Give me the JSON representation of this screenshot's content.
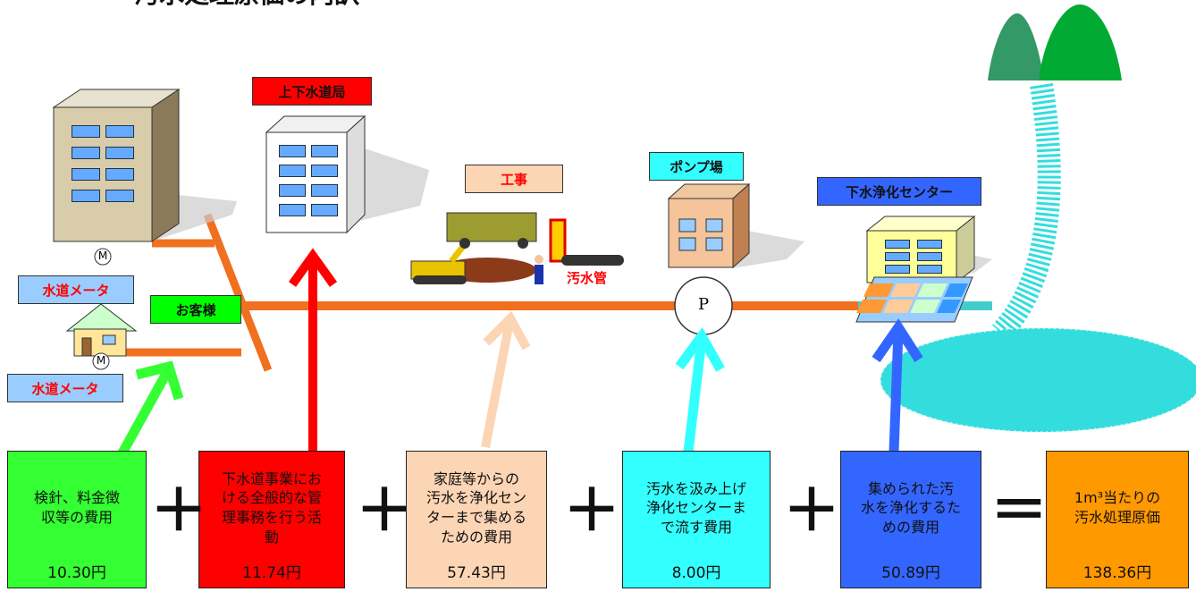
{
  "diagram": {
    "top_title": "汚水処理原価の内訳",
    "labels": {
      "bureau": "上下水道局",
      "construction": "工事",
      "pump": "ポンプ場",
      "center": "下水浄化センター",
      "customer": "お客様",
      "meter_1": "水道メータ",
      "meter_2": "水道メータ",
      "sewer_pipe": "汚水管",
      "meter_symbol": "M",
      "pump_symbol": "P"
    },
    "costs": [
      {
        "desc": "検針、料金徴\n収等の費用",
        "value": "10.30円",
        "color": "#33ff33"
      },
      {
        "desc": "下水道事業にお\nける全般的な管\n理事務を行う活\n動",
        "value": "11.74円",
        "color": "#ff0000"
      },
      {
        "desc": "家庭等からの\n汚水を浄化セン\nターまで集める\nための費用",
        "value": "57.43円",
        "color": "#fcd5b4"
      },
      {
        "desc": "汚水を汲み上げ\n浄化センターま\nで流す費用",
        "value": "8.00円",
        "color": "#33ffff"
      },
      {
        "desc": "集められた汚\n水を浄化するた\nめの費用",
        "value": "50.89円",
        "color": "#3366ff"
      },
      {
        "desc": "1m³当たりの\n汚水処理原価",
        "value": "138.36円",
        "color": "#ff9900"
      }
    ],
    "operators": [
      "＋",
      "＋",
      "＋",
      "＋",
      "＝"
    ]
  }
}
